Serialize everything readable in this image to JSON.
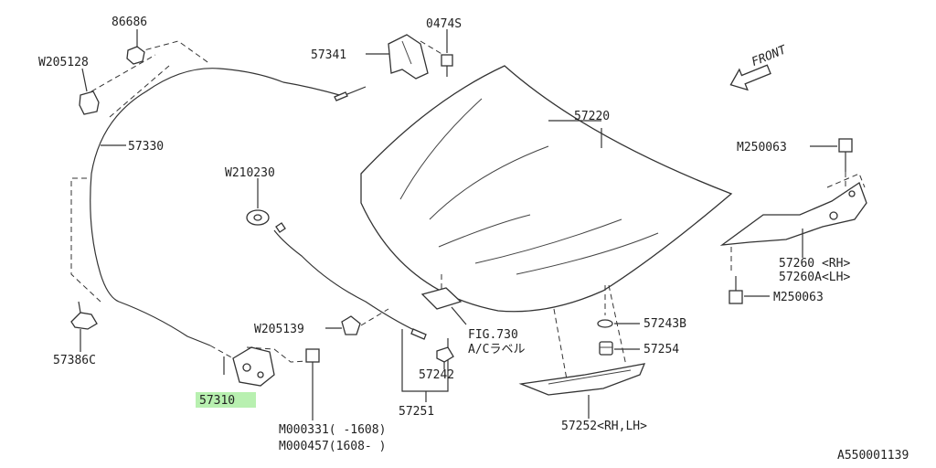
{
  "labels": {
    "p86686": "86686",
    "p0474s": "0474S",
    "w205128": "W205128",
    "p57341": "57341",
    "front": "FRONT",
    "p57330": "57330",
    "p57220": "57220",
    "m250063_top": "M250063",
    "w210230": "W210230",
    "p57260_rh": "57260 <RH>",
    "p57260a_lh": "57260A<LH>",
    "m250063_bottom": "M250063",
    "p57386c": "57386C",
    "w205139": "W205139",
    "fig730": "FIG.730",
    "ac_label": "A/Cラベル",
    "p57243b": "57243B",
    "p57254": "57254",
    "p57310": "57310",
    "p57242": "57242",
    "p57251": "57251",
    "p57252": "57252<RH,LH>",
    "m000331": "M000331(  -1608)",
    "m000457": "M000457(1608-  )",
    "diagram_id": "A550001139"
  },
  "colors": {
    "highlight": "#b8f0b0",
    "ink": "#333333"
  }
}
